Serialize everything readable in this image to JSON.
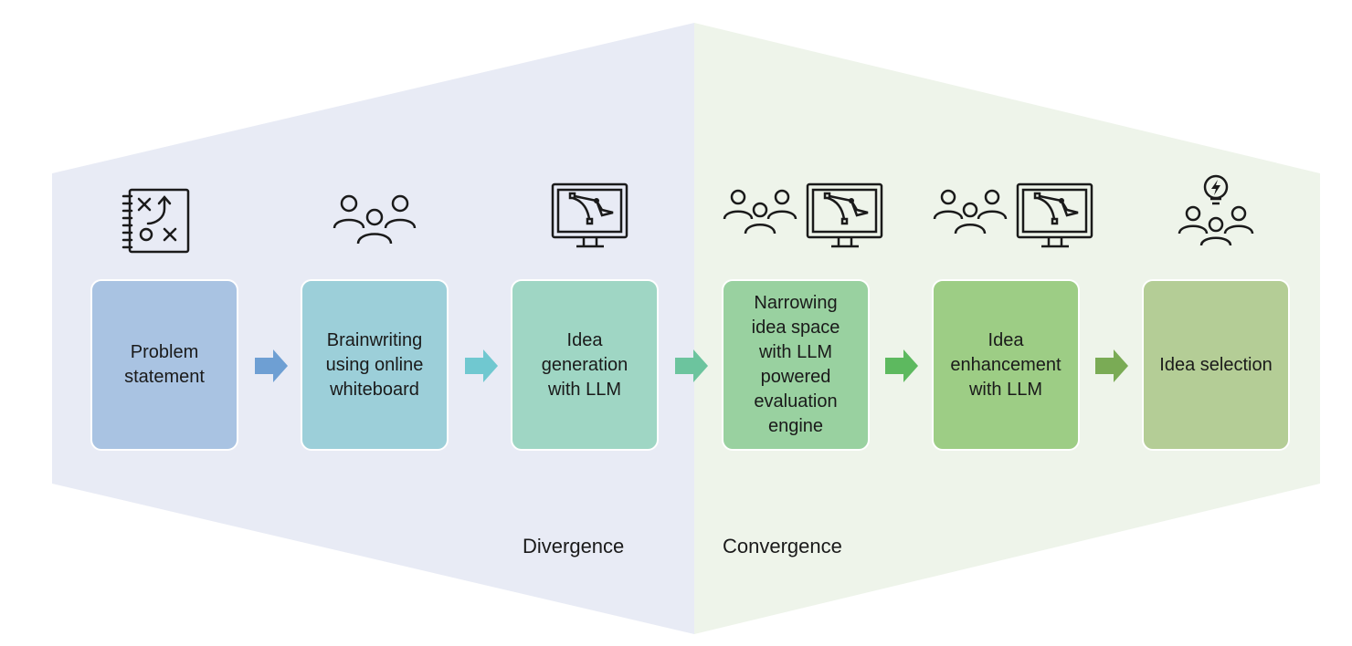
{
  "phases": {
    "divergence_label": "Divergence",
    "convergence_label": "Convergence",
    "divergence_color": "#e8ebf5",
    "convergence_color": "#eef4ea"
  },
  "steps": [
    {
      "label": "Problem\nstatement",
      "color": "#a9c3e2",
      "icon": "strategy-board-icon"
    },
    {
      "label": "Brainwriting\nusing online\nwhiteboard",
      "color": "#9ccfd9",
      "icon": "people-group-icon"
    },
    {
      "label": "Idea\ngeneration\nwith LLM",
      "color": "#9fd6c4",
      "icon": "computer-design-icon"
    },
    {
      "label": "Narrowing\nidea space\nwith LLM\npowered\nevaluation\nengine",
      "color": "#99d1a0",
      "icon": "people-computer-icon"
    },
    {
      "label": "Idea\nenhancement\nwith LLM",
      "color": "#9dcd85",
      "icon": "people-computer-icon"
    },
    {
      "label": "Idea selection",
      "color": "#b4cd96",
      "icon": "people-idea-icon"
    }
  ],
  "arrows": [
    {
      "color": "#6e9fd3"
    },
    {
      "color": "#70c8d0"
    },
    {
      "color": "#6cc49e"
    },
    {
      "color": "#5db95f"
    },
    {
      "color": "#7aab55"
    }
  ]
}
